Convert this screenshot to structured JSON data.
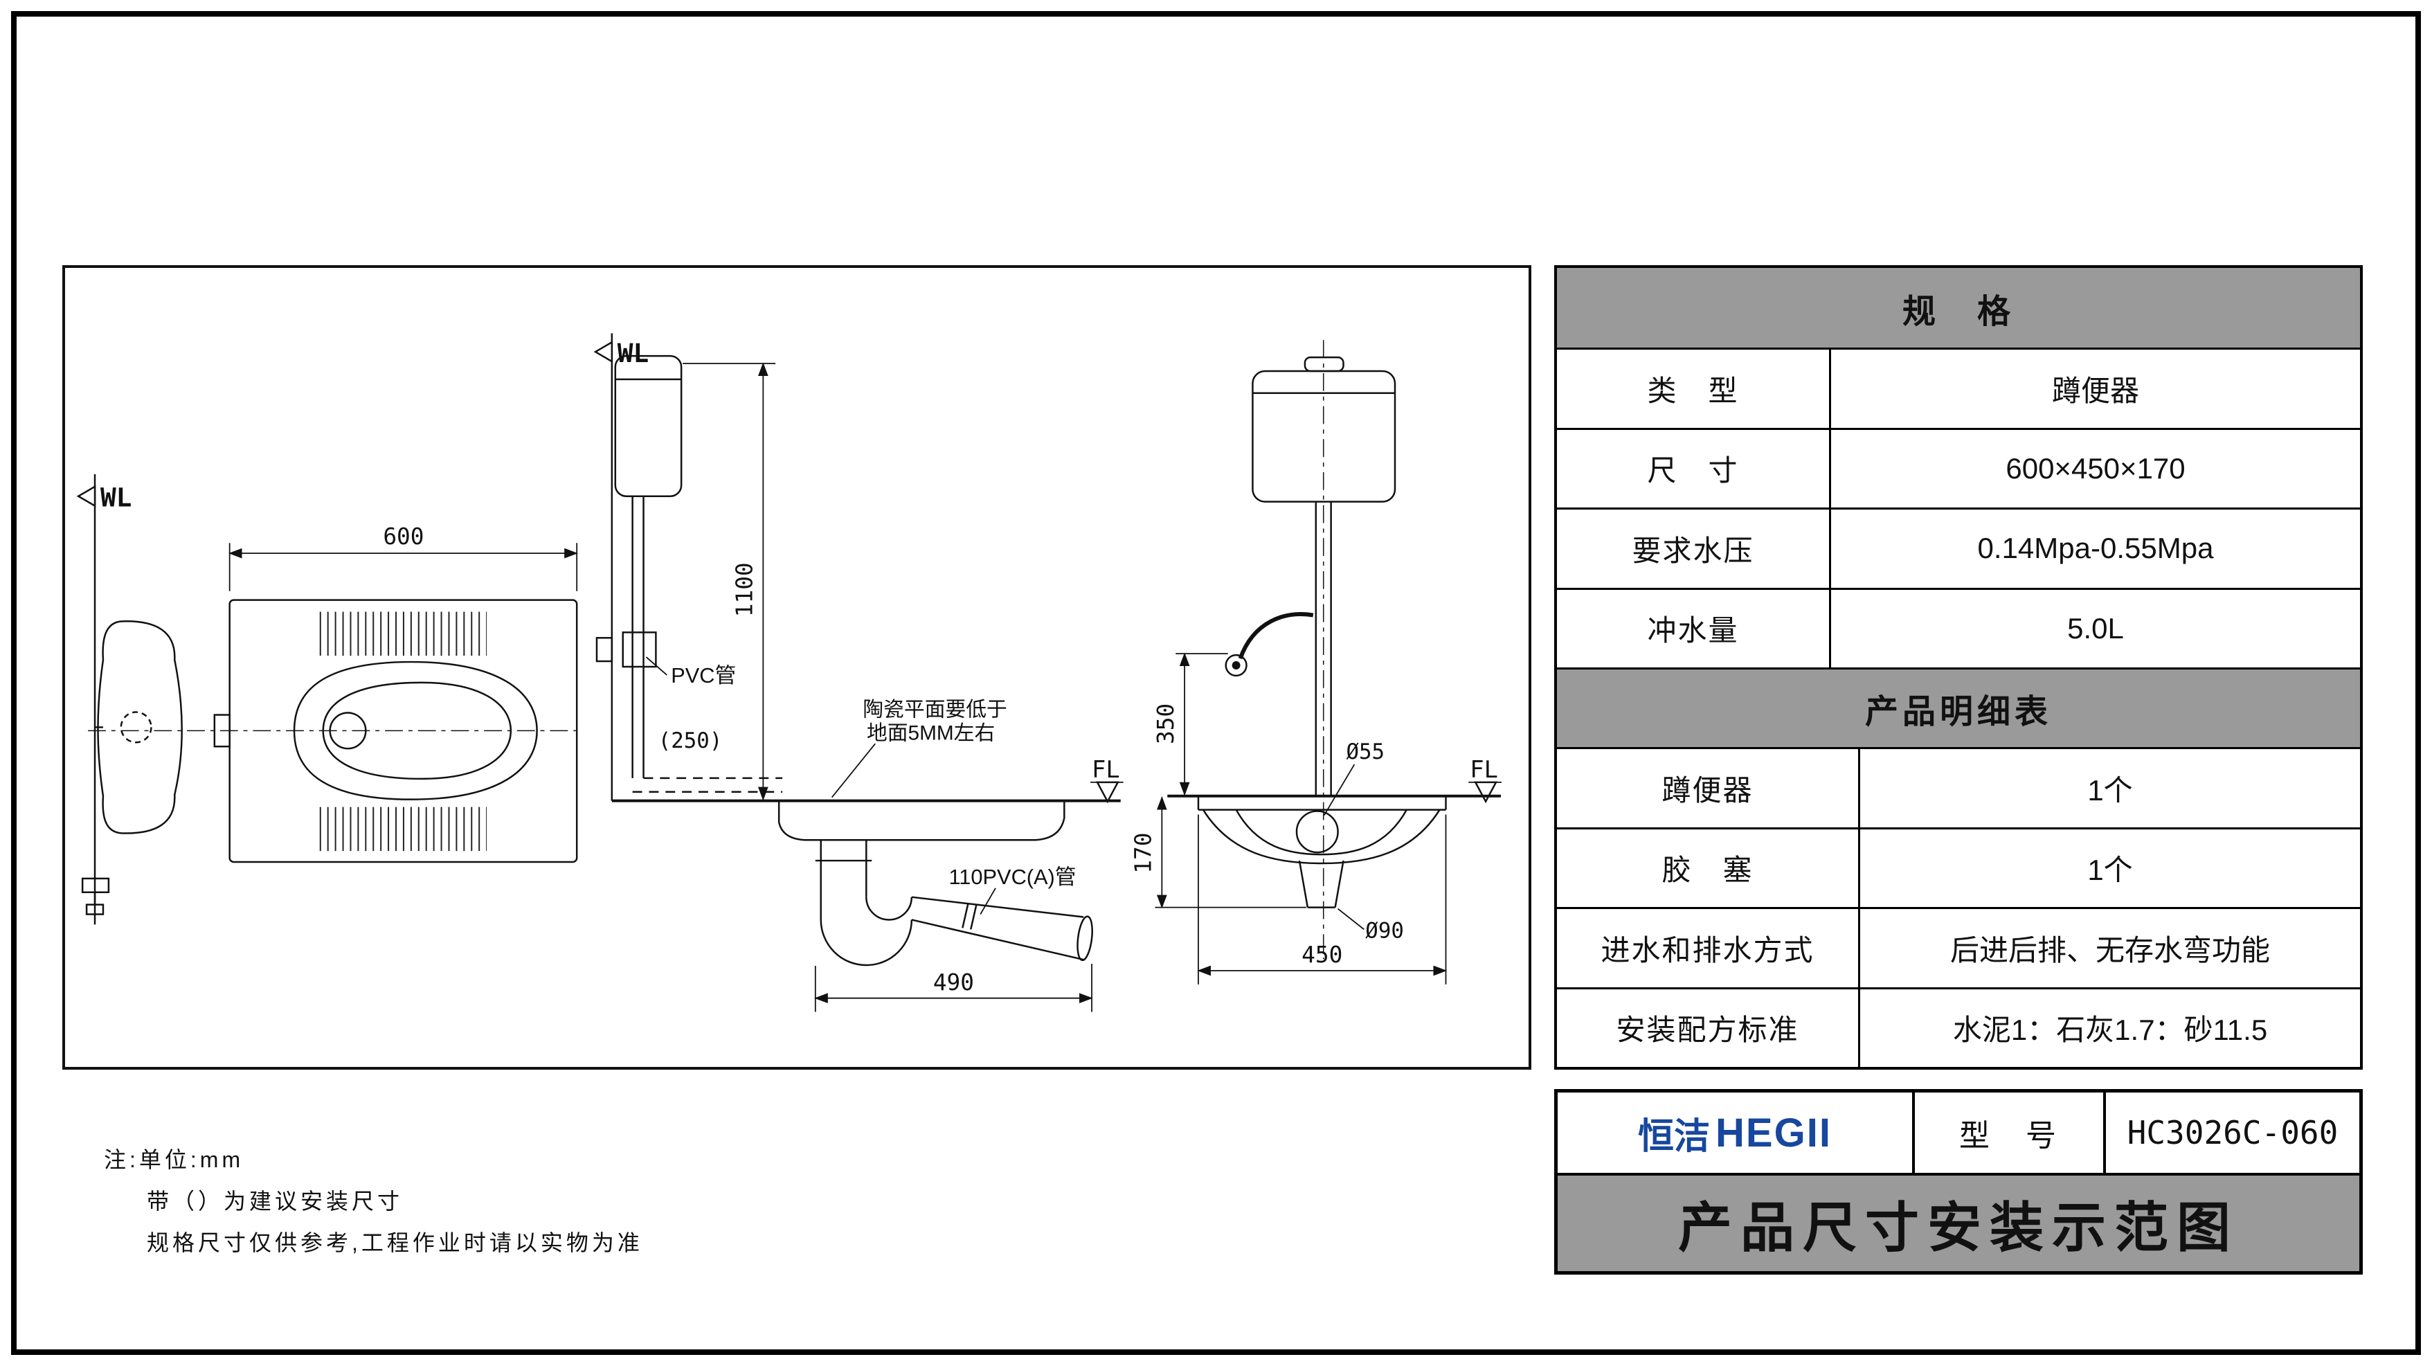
{
  "colors": {
    "header_bg": "#9a9a9a",
    "brand_blue": "#17479e",
    "line": "#111111"
  },
  "drawing": {
    "left_view": {
      "wl": "WL",
      "dim_width": "600"
    },
    "mid_view": {
      "wl": "WL",
      "pipe_label": "PVC管",
      "dim_height": "1100",
      "dim_offset": "(250)",
      "ceramic_note_1": "陶瓷平面要低于",
      "ceramic_note_2": "地面5MM左右",
      "fl": "FL",
      "trap_label": "110PVC(A)管",
      "dim_trap": "490"
    },
    "right_view": {
      "dim_valve_height": "350",
      "dia_inlet": "Ø55",
      "fl": "FL",
      "dim_depth": "170",
      "dia_outlet": "Ø90",
      "dim_width": "450"
    }
  },
  "notes": {
    "line1": "注:单位:mm",
    "line2": "带（）为建议安装尺寸",
    "line3": "规格尺寸仅供参考,工程作业时请以实物为准"
  },
  "spec_table": {
    "header": "规　格",
    "rows": [
      {
        "label": "类　型",
        "value": "蹲便器"
      },
      {
        "label": "尺　寸",
        "value": "600×450×170"
      },
      {
        "label": "要求水压",
        "value": "0.14Mpa-0.55Mpa"
      },
      {
        "label": "冲水量",
        "value": "5.0L"
      }
    ]
  },
  "detail_table": {
    "header": "产品明细表",
    "rows": [
      {
        "label": "蹲便器",
        "value": "1个"
      },
      {
        "label": "胶　塞",
        "value": "1个"
      },
      {
        "label": "进水和排水方式",
        "value": "后进后排、无存水弯功能"
      },
      {
        "label": "安装配方标准",
        "value": "水泥1：石灰1.7：砂11.5"
      }
    ]
  },
  "title_block": {
    "brand_cn": "恒洁",
    "brand_en": "HEGII",
    "model_label": "型　号",
    "model_value": "HC3026C-060",
    "title": "产品尺寸安装示范图"
  }
}
